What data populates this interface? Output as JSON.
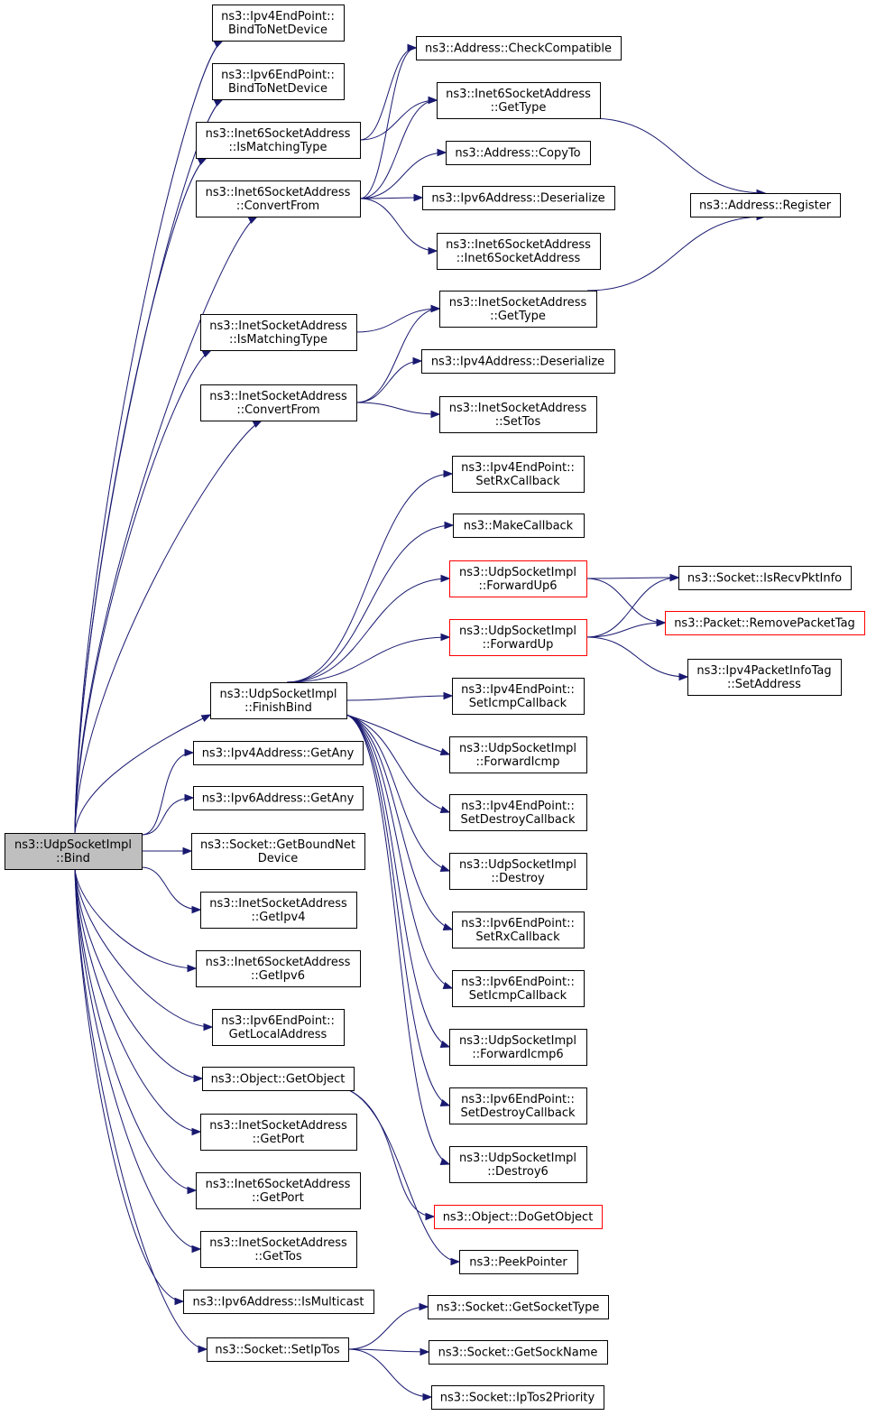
{
  "diagram": {
    "title": "",
    "colors": {
      "edge": "#191970",
      "root_fill": "#bfbfbf",
      "node_border": "#000000",
      "truncated_border": "#ff0000"
    },
    "nodes": [
      {
        "id": "bind",
        "lines": [
          "ns3::UdpSocketImpl",
          "::Bind"
        ],
        "style": "root"
      },
      {
        "id": "ipv4ep_bind",
        "lines": [
          "ns3::Ipv4EndPoint::",
          "BindToNetDevice"
        ]
      },
      {
        "id": "ipv6ep_bind",
        "lines": [
          "ns3::Ipv6EndPoint::",
          "BindToNetDevice"
        ]
      },
      {
        "id": "i6sa_ismatch",
        "lines": [
          "ns3::Inet6SocketAddress",
          "::IsMatchingType"
        ]
      },
      {
        "id": "i6sa_convert",
        "lines": [
          "ns3::Inet6SocketAddress",
          "::ConvertFrom"
        ]
      },
      {
        "id": "addr_check",
        "lines": [
          "ns3::Address::CheckCompatible"
        ]
      },
      {
        "id": "i6sa_gettype",
        "lines": [
          "ns3::Inet6SocketAddress",
          "::GetType"
        ]
      },
      {
        "id": "addr_copyto",
        "lines": [
          "ns3::Address::CopyTo"
        ]
      },
      {
        "id": "ipv6addr_deser",
        "lines": [
          "ns3::Ipv6Address::Deserialize"
        ]
      },
      {
        "id": "i6sa_ctor",
        "lines": [
          "ns3::Inet6SocketAddress",
          "::Inet6SocketAddress"
        ]
      },
      {
        "id": "addr_register",
        "lines": [
          "ns3::Address::Register"
        ]
      },
      {
        "id": "isa_ismatch",
        "lines": [
          "ns3::InetSocketAddress",
          "::IsMatchingType"
        ]
      },
      {
        "id": "isa_convert",
        "lines": [
          "ns3::InetSocketAddress",
          "::ConvertFrom"
        ]
      },
      {
        "id": "isa_gettype",
        "lines": [
          "ns3::InetSocketAddress",
          "::GetType"
        ]
      },
      {
        "id": "ipv4addr_deser",
        "lines": [
          "ns3::Ipv4Address::Deserialize"
        ]
      },
      {
        "id": "isa_settos",
        "lines": [
          "ns3::InetSocketAddress",
          "::SetTos"
        ]
      },
      {
        "id": "finishbind",
        "lines": [
          "ns3::UdpSocketImpl",
          "::FinishBind"
        ]
      },
      {
        "id": "ipv4ep_setrx",
        "lines": [
          "ns3::Ipv4EndPoint::",
          "SetRxCallback"
        ]
      },
      {
        "id": "makecallback",
        "lines": [
          "ns3::MakeCallback"
        ]
      },
      {
        "id": "fwdup6",
        "lines": [
          "ns3::UdpSocketImpl",
          "::ForwardUp6"
        ],
        "style": "red"
      },
      {
        "id": "fwdup",
        "lines": [
          "ns3::UdpSocketImpl",
          "::ForwardUp"
        ],
        "style": "red"
      },
      {
        "id": "isrecvpktinfo",
        "lines": [
          "ns3::Socket::IsRecvPktInfo"
        ]
      },
      {
        "id": "removepackettag",
        "lines": [
          "ns3::Packet::RemovePacketTag"
        ],
        "style": "red"
      },
      {
        "id": "ipv4pktinfo_setaddr",
        "lines": [
          "ns3::Ipv4PacketInfoTag",
          "::SetAddress"
        ]
      },
      {
        "id": "ipv4ep_seticmp",
        "lines": [
          "ns3::Ipv4EndPoint::",
          "SetIcmpCallback"
        ]
      },
      {
        "id": "fwdicmp",
        "lines": [
          "ns3::UdpSocketImpl",
          "::ForwardIcmp"
        ]
      },
      {
        "id": "ipv4ep_setdestroy",
        "lines": [
          "ns3::Ipv4EndPoint::",
          "SetDestroyCallback"
        ]
      },
      {
        "id": "destroy",
        "lines": [
          "ns3::UdpSocketImpl",
          "::Destroy"
        ]
      },
      {
        "id": "ipv6ep_setrx",
        "lines": [
          "ns3::Ipv6EndPoint::",
          "SetRxCallback"
        ]
      },
      {
        "id": "ipv6ep_seticmp",
        "lines": [
          "ns3::Ipv6EndPoint::",
          "SetIcmpCallback"
        ]
      },
      {
        "id": "fwdicmp6",
        "lines": [
          "ns3::UdpSocketImpl",
          "::ForwardIcmp6"
        ]
      },
      {
        "id": "ipv6ep_setdestroy",
        "lines": [
          "ns3::Ipv6EndPoint::",
          "SetDestroyCallback"
        ]
      },
      {
        "id": "destroy6",
        "lines": [
          "ns3::UdpSocketImpl",
          "::Destroy6"
        ]
      },
      {
        "id": "ipv4addr_getany",
        "lines": [
          "ns3::Ipv4Address::GetAny"
        ]
      },
      {
        "id": "ipv6addr_getany",
        "lines": [
          "ns3::Ipv6Address::GetAny"
        ]
      },
      {
        "id": "getboundnetdevice",
        "lines": [
          "ns3::Socket::GetBoundNet",
          "Device"
        ]
      },
      {
        "id": "isa_getipv4",
        "lines": [
          "ns3::InetSocketAddress",
          "::GetIpv4"
        ]
      },
      {
        "id": "i6sa_getipv6",
        "lines": [
          "ns3::Inet6SocketAddress",
          "::GetIpv6"
        ]
      },
      {
        "id": "ipv6ep_getlocal",
        "lines": [
          "ns3::Ipv6EndPoint::",
          "GetLocalAddress"
        ]
      },
      {
        "id": "getobject",
        "lines": [
          "ns3::Object::GetObject"
        ]
      },
      {
        "id": "dogetobject",
        "lines": [
          "ns3::Object::DoGetObject"
        ],
        "style": "red"
      },
      {
        "id": "peekpointer",
        "lines": [
          "ns3::PeekPointer"
        ]
      },
      {
        "id": "isa_getport",
        "lines": [
          "ns3::InetSocketAddress",
          "::GetPort"
        ]
      },
      {
        "id": "i6sa_getport",
        "lines": [
          "ns3::Inet6SocketAddress",
          "::GetPort"
        ]
      },
      {
        "id": "isa_gettos",
        "lines": [
          "ns3::InetSocketAddress",
          "::GetTos"
        ]
      },
      {
        "id": "ipv6addr_ismulticast",
        "lines": [
          "ns3::Ipv6Address::IsMulticast"
        ]
      },
      {
        "id": "setiptos",
        "lines": [
          "ns3::Socket::SetIpTos"
        ]
      },
      {
        "id": "getsockettype",
        "lines": [
          "ns3::Socket::GetSocketType"
        ]
      },
      {
        "id": "getsockname",
        "lines": [
          "ns3::Socket::GetSockName"
        ]
      },
      {
        "id": "iptos2priority",
        "lines": [
          "ns3::Socket::IpTos2Priority"
        ]
      }
    ],
    "edges": [
      [
        "bind",
        "ipv4ep_bind"
      ],
      [
        "bind",
        "ipv6ep_bind"
      ],
      [
        "bind",
        "i6sa_ismatch"
      ],
      [
        "bind",
        "i6sa_convert"
      ],
      [
        "bind",
        "isa_ismatch"
      ],
      [
        "bind",
        "isa_convert"
      ],
      [
        "bind",
        "finishbind"
      ],
      [
        "bind",
        "ipv4addr_getany"
      ],
      [
        "bind",
        "ipv6addr_getany"
      ],
      [
        "bind",
        "getboundnetdevice"
      ],
      [
        "bind",
        "isa_getipv4"
      ],
      [
        "bind",
        "i6sa_getipv6"
      ],
      [
        "bind",
        "ipv6ep_getlocal"
      ],
      [
        "bind",
        "getobject"
      ],
      [
        "bind",
        "isa_getport"
      ],
      [
        "bind",
        "i6sa_getport"
      ],
      [
        "bind",
        "isa_gettos"
      ],
      [
        "bind",
        "ipv6addr_ismulticast"
      ],
      [
        "bind",
        "setiptos"
      ],
      [
        "i6sa_ismatch",
        "addr_check"
      ],
      [
        "i6sa_ismatch",
        "i6sa_gettype"
      ],
      [
        "i6sa_convert",
        "addr_check"
      ],
      [
        "i6sa_convert",
        "i6sa_gettype"
      ],
      [
        "i6sa_convert",
        "addr_copyto"
      ],
      [
        "i6sa_convert",
        "ipv6addr_deser"
      ],
      [
        "i6sa_convert",
        "i6sa_ctor"
      ],
      [
        "i6sa_gettype",
        "addr_register"
      ],
      [
        "isa_gettype",
        "addr_register"
      ],
      [
        "isa_ismatch",
        "isa_gettype"
      ],
      [
        "isa_convert",
        "isa_gettype"
      ],
      [
        "isa_convert",
        "ipv4addr_deser"
      ],
      [
        "isa_convert",
        "isa_settos"
      ],
      [
        "finishbind",
        "ipv4ep_setrx"
      ],
      [
        "finishbind",
        "makecallback"
      ],
      [
        "finishbind",
        "fwdup6"
      ],
      [
        "finishbind",
        "fwdup"
      ],
      [
        "finishbind",
        "ipv4ep_seticmp"
      ],
      [
        "finishbind",
        "fwdicmp"
      ],
      [
        "finishbind",
        "ipv4ep_setdestroy"
      ],
      [
        "finishbind",
        "destroy"
      ],
      [
        "finishbind",
        "ipv6ep_setrx"
      ],
      [
        "finishbind",
        "ipv6ep_seticmp"
      ],
      [
        "finishbind",
        "fwdicmp6"
      ],
      [
        "finishbind",
        "ipv6ep_setdestroy"
      ],
      [
        "finishbind",
        "destroy6"
      ],
      [
        "fwdup6",
        "isrecvpktinfo"
      ],
      [
        "fwdup6",
        "removepackettag"
      ],
      [
        "fwdup",
        "isrecvpktinfo"
      ],
      [
        "fwdup",
        "removepackettag"
      ],
      [
        "fwdup",
        "ipv4pktinfo_setaddr"
      ],
      [
        "getobject",
        "dogetobject"
      ],
      [
        "getobject",
        "peekpointer"
      ],
      [
        "setiptos",
        "getsockettype"
      ],
      [
        "setiptos",
        "getsockname"
      ],
      [
        "setiptos",
        "iptos2priority"
      ]
    ]
  }
}
